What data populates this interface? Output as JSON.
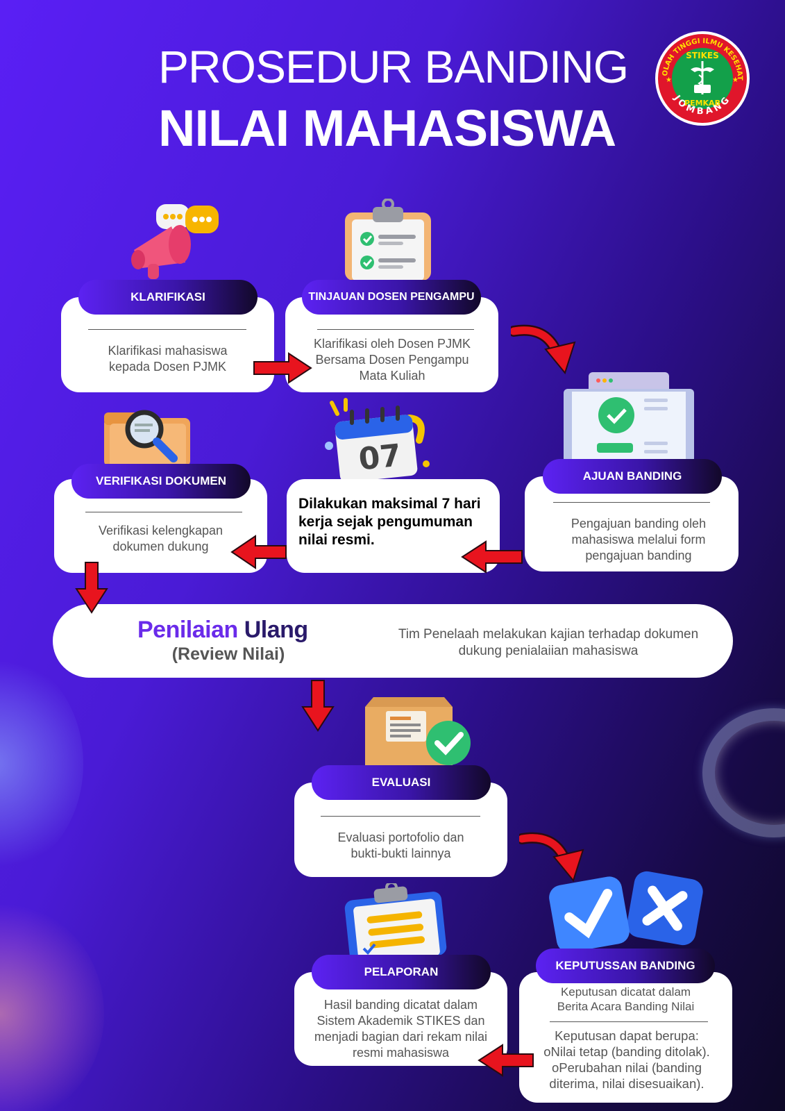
{
  "header": {
    "title_line1": "PROSEDUR BANDING",
    "title_line2": "NILAI MAHASISWA"
  },
  "logo": {
    "ring_text": "SEKOLAH TINGGI ILMU KESEHATAN",
    "top": "STIKES",
    "middle": "PEMKAB",
    "bottom": "JOMBANG",
    "colors": {
      "ring": "#e0162b",
      "center": "#13a04a",
      "text": "#ffe000"
    }
  },
  "steps": {
    "klarifikasi": {
      "label": "KLARIFIKASI",
      "text": [
        "Klarifikasi mahasiswa",
        "kepada Dosen PJMK"
      ],
      "icon": "megaphone-icon"
    },
    "tinjauan": {
      "label": "TINJAUAN DOSEN PENGAMPU",
      "text": [
        "Klarifikasi oleh Dosen PJMK",
        "Bersama Dosen Pengampu",
        "Mata Kuliah"
      ],
      "icon": "clipboard-checklist-icon"
    },
    "ajuan": {
      "label": "AJUAN BANDING",
      "text": [
        "Pengajuan banding oleh",
        "mahasiswa melalui form",
        "pengajuan banding"
      ],
      "icon": "approved-document-window-icon"
    },
    "deadline": {
      "text": [
        "Dilakukan maksimal 7 hari",
        "kerja sejak pengumuman",
        "nilai resmi."
      ],
      "icon": "calendar-icon",
      "icon_number": "07"
    },
    "verifikasi": {
      "label": "VERIFIKASI DOKUMEN",
      "text": [
        "Verifikasi kelengkapan",
        "dokumen dukung"
      ],
      "icon": "folder-magnifier-icon"
    },
    "review": {
      "title_a": "Penilaian ",
      "title_b": "Ulang",
      "subtitle": "(Review Nilai)",
      "text": [
        "Tim Penelaah melakukan kajian terhadap dokumen",
        "dukung  penialaiian mahasiswa"
      ]
    },
    "evaluasi": {
      "label": "EVALUASI",
      "text": [
        "Evaluasi portofolio dan",
        "bukti-bukti lainnya"
      ],
      "icon": "box-check-icon"
    },
    "keputusan": {
      "label": "KEPUTUSSAN BANDING",
      "text_top": [
        "Keputusan dicatat dalam",
        "Berita Acara Banding Nilai"
      ],
      "text_bottom": [
        "Keputusan dapat berupa:",
        "oNilai tetap (banding ditolak).",
        "oPerubahan nilai (banding",
        "diterima, nilai disesuaikan)."
      ],
      "icon": "check-cross-icon"
    },
    "pelaporan": {
      "label": "PELAPORAN",
      "text": [
        "Hasil banding dicatat dalam",
        "Sistem Akademik STIKES dan",
        "menjadi bagian dari rekam nilai",
        "resmi mahasiswa"
      ],
      "icon": "clipboard-list-icon"
    }
  },
  "colors": {
    "arrow": "#e8141e",
    "pill_start": "#5c22f2",
    "pill_end": "#120829",
    "card": "#ffffff"
  }
}
